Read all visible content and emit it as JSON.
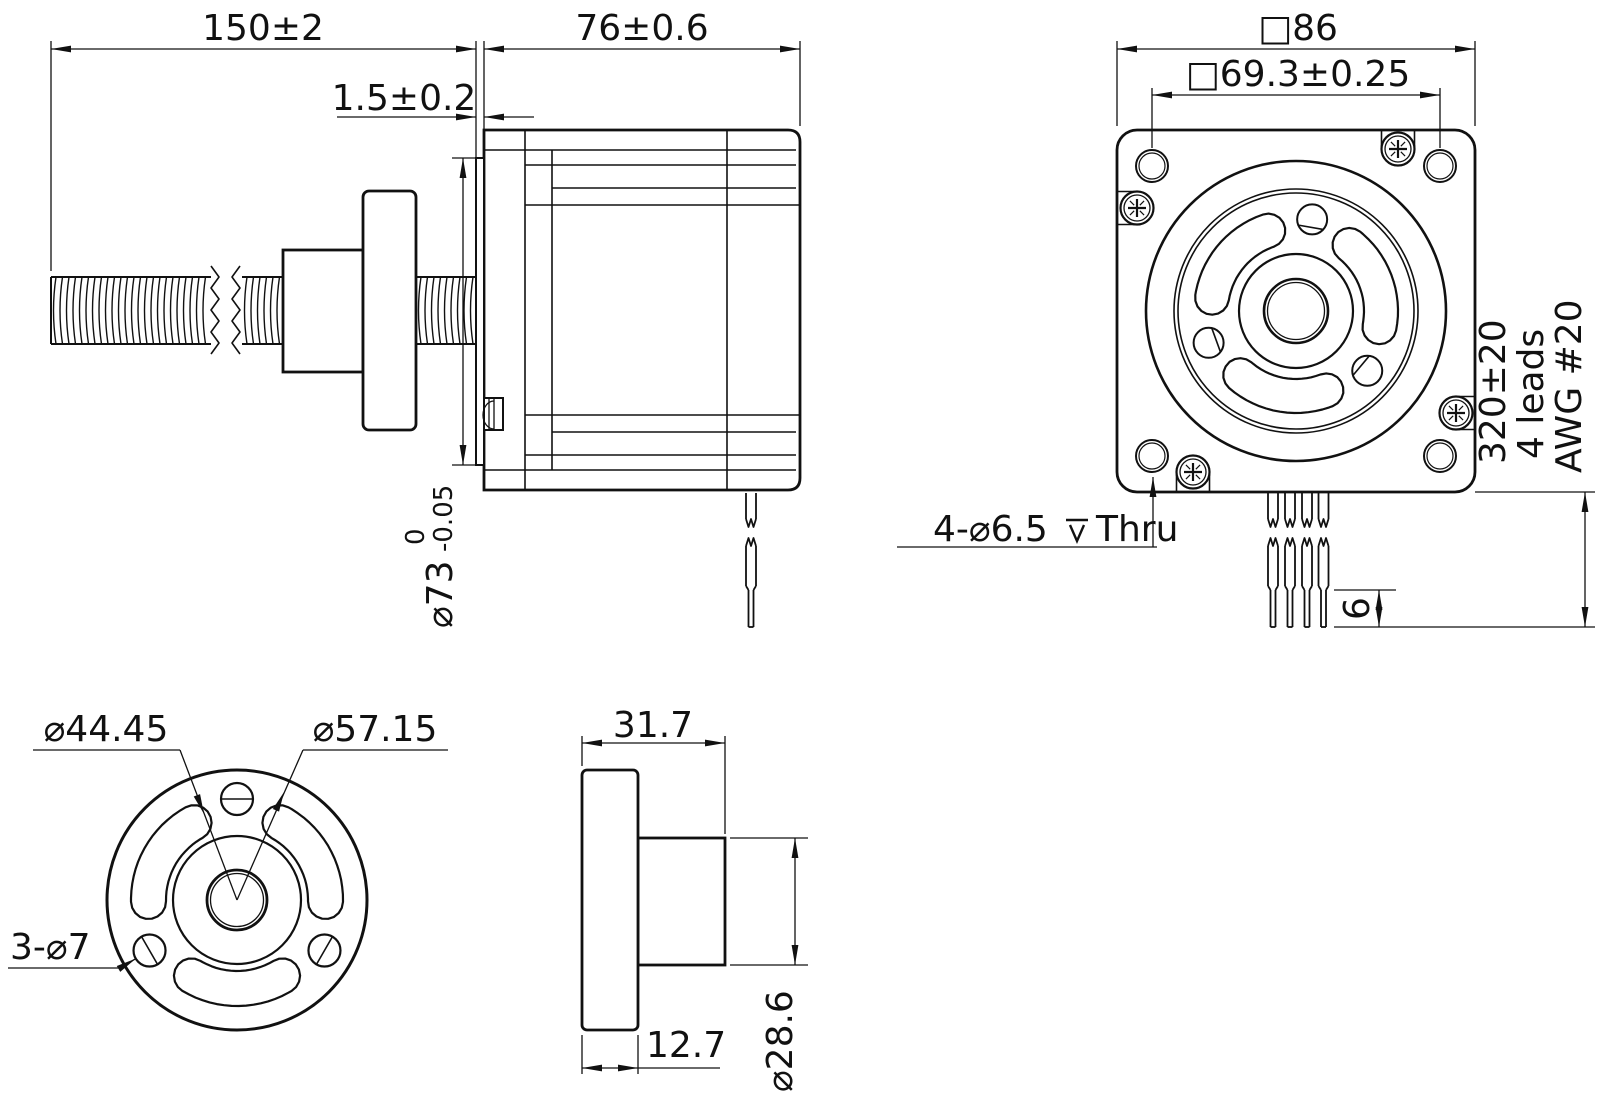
{
  "drawing": {
    "side_view": {
      "screw_length": "150±2",
      "motor_length": "76±0.6",
      "boss_protrusion": "1.5±0.2",
      "pilot_diameter": "⌀73",
      "pilot_tol_upper": "0",
      "pilot_tol_lower": "-0.05"
    },
    "front_view": {
      "frame_width": "□86",
      "mounting_pitch": "□69.3±0.25",
      "mounting_holes": "4-⌀6.5",
      "mounting_holes_suffix": "Thru",
      "lead_length": "320±20",
      "lead_count": "4 leads",
      "wire_gauge": "AWG #20",
      "strip_length": "6"
    },
    "nut_front_view": {
      "slot_pitch_diameter": "⌀44.45",
      "bolt_circle_diameter": "⌀57.15",
      "screw_holes": "3-⌀7"
    },
    "nut_side_view": {
      "overall_width": "31.7",
      "flange_thickness": "12.7",
      "body_diameter": "⌀28.6"
    },
    "line_color": "#111111",
    "background": "#ffffff"
  }
}
